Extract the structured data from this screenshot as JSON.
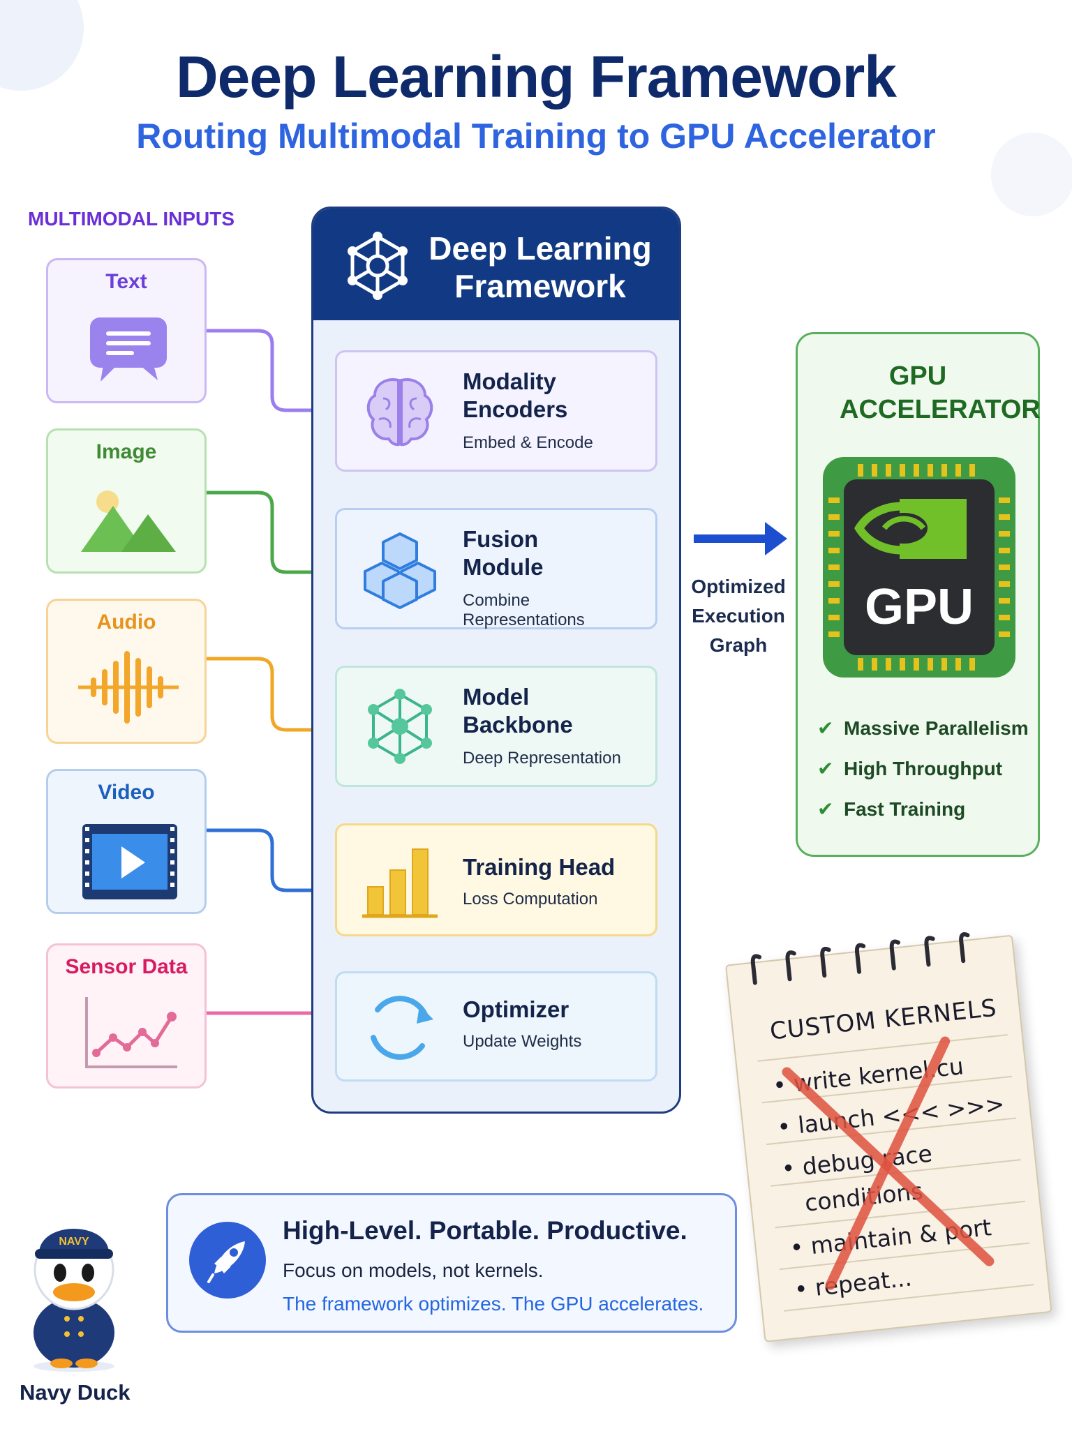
{
  "title": "Deep Learning Framework",
  "subtitle": "Routing Multimodal Training to GPU Accelerator",
  "inputs_label": "MULTIMODAL INPUTS",
  "inputs": [
    {
      "label": "Text",
      "icon": "chat-bubble-icon",
      "color": "#6b3fd9"
    },
    {
      "label": "Image",
      "icon": "mountain-image-icon",
      "color": "#3f8a34"
    },
    {
      "label": "Audio",
      "icon": "audio-waveform-icon",
      "color": "#e7931c"
    },
    {
      "label": "Video",
      "icon": "video-play-icon",
      "color": "#1c5fbf"
    },
    {
      "label": "Sensor Data",
      "icon": "line-chart-icon",
      "color": "#d81b60"
    }
  ],
  "framework": {
    "header_title": "Deep Learning Framework",
    "stages": [
      {
        "title": "Modality Encoders",
        "subtitle": "Embed & Encode",
        "icon": "brain-icon"
      },
      {
        "title": "Fusion Module",
        "subtitle": "Combine Representations",
        "icon": "cubes-icon"
      },
      {
        "title": "Model Backbone",
        "subtitle": "Deep Representation",
        "icon": "network-icon"
      },
      {
        "title": "Training Head",
        "subtitle": "Loss Computation",
        "icon": "bar-chart-icon"
      },
      {
        "title": "Optimizer",
        "subtitle": "Update Weights",
        "icon": "refresh-icon"
      }
    ]
  },
  "arrow_caption": "Optimized Execution Graph",
  "gpu": {
    "title": "GPU ACCELERATOR",
    "chip_label": "GPU",
    "features": [
      "Massive Parallelism",
      "High Throughput",
      "Fast Training"
    ]
  },
  "banner": {
    "title": "High-Level. Portable. Productive.",
    "line1": "Focus on models, not kernels.",
    "line2": "The framework optimizes. The GPU accelerates."
  },
  "mascot_label": "Navy Duck",
  "mascot_cap_text": "NAVY",
  "notepad": {
    "title": "CUSTOM KERNELS",
    "items": [
      "• write kernel.cu",
      "• launch <<< >>>",
      "• debug race",
      "conditions",
      "• maintain & port",
      "• repeat..."
    ]
  }
}
